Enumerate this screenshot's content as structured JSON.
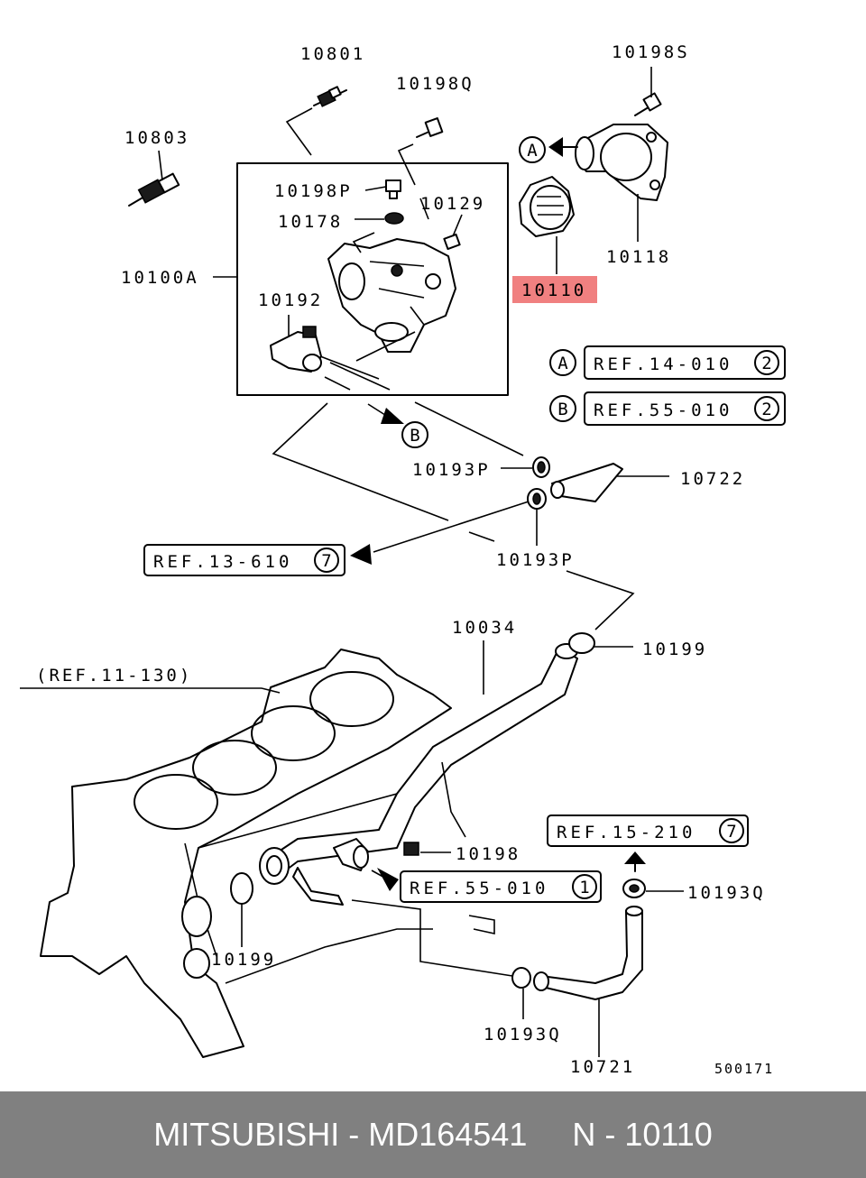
{
  "part_labels": {
    "p10801": "10801",
    "p10198Q": "10198Q",
    "p10198S": "10198S",
    "p10803": "10803",
    "p10198P": "10198P",
    "p10129": "10129",
    "p10178": "10178",
    "p10100A": "10100A",
    "p10192": "10192",
    "p10118": "10118",
    "p10110": "10110",
    "p10193P_a": "10193P",
    "p10722": "10722",
    "p10193P_b": "10193P",
    "p10034": "10034",
    "p10199_a": "10199",
    "p10198": "10198",
    "p10193Q_a": "10193Q",
    "p10199_b": "10199",
    "p10193Q_b": "10193Q",
    "p10721": "10721"
  },
  "circle_markers": {
    "A": "A",
    "B": "B"
  },
  "references": {
    "refA": {
      "marker": "A",
      "text": "REF.14-010",
      "circled": "2"
    },
    "refB": {
      "marker": "B",
      "text": "REF.55-010",
      "circled": "2"
    },
    "ref13": {
      "text": "REF.13-610",
      "circled": "7"
    },
    "ref15": {
      "text": "REF.15-210",
      "circled": "7"
    },
    "ref55": {
      "text": "REF.55-010",
      "circled": "1"
    },
    "ref11": "(REF.11-130)"
  },
  "drawing_number": "500171",
  "highlight_color": "#f08080",
  "footer": {
    "brand": "MITSUBISHI",
    "part_number": "MD164541",
    "ref": "N - 10110",
    "text": "MITSUBISHI - MD164541     N - 10110"
  }
}
